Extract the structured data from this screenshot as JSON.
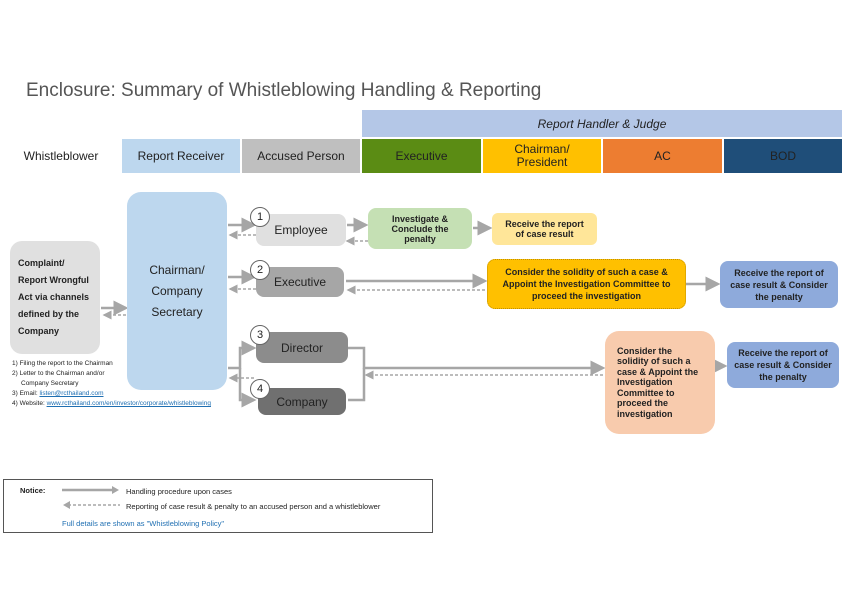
{
  "title": "Enclosure: Summary of Whistleblowing Handling & Reporting",
  "header": {
    "group_label": "Report Handler & Judge",
    "whistleblower": "Whistleblower",
    "report_receiver": "Report Receiver",
    "accused_person": "Accused Person",
    "executive": "Executive",
    "chairman_president": "Chairman/ President",
    "ac": "AC",
    "bod": "BOD",
    "colors": {
      "group": "#b4c7e7",
      "receiver": "#bdd7ee",
      "accused": "#bfbfbf",
      "executive": "#5b8c14",
      "chairman": "#ffc000",
      "ac": "#ed7d31",
      "bod": "#1f4e79"
    }
  },
  "complaint": {
    "text": "Complaint/ Report Wrongful Act via channels defined by the Company",
    "channels": [
      "1) Filing the report to the Chairman",
      "2) Letter to the Chairman and/or",
      "Company Secretary",
      "3) Email: listen@rcthailand.com",
      "4) Website: www.rcthailand.com/en/investor/corporate/whistleblowing"
    ]
  },
  "receiver_box": "Chairman/ Company Secretary",
  "accused": [
    {
      "num": "1",
      "label": "Employee"
    },
    {
      "num": "2",
      "label": "Executive"
    },
    {
      "num": "3",
      "label": "Director"
    },
    {
      "num": "4",
      "label": "Company"
    }
  ],
  "actions": {
    "investigate": "Investigate & Conclude the penalty",
    "receive_report": "Receive the report of case result",
    "consider_solidity": "Consider the solidity of such a case & Appoint the Investigation Committee to proceed the investigation",
    "receive_consider_1": "Receive the report of case result & Consider the penalty",
    "ac_consider": "Consider the solidity of such a case & Appoint the Investigation Committee to proceed the investigation",
    "receive_consider_2": "Receive the report of case result & Consider the penalty"
  },
  "notice": {
    "label": "Notice:",
    "handling": "Handling procedure upon cases",
    "reporting": "Reporting of case result & penalty to an accused person and a whistleblower",
    "details": "Full details are shown as \"Whistleblowing Policy\""
  }
}
